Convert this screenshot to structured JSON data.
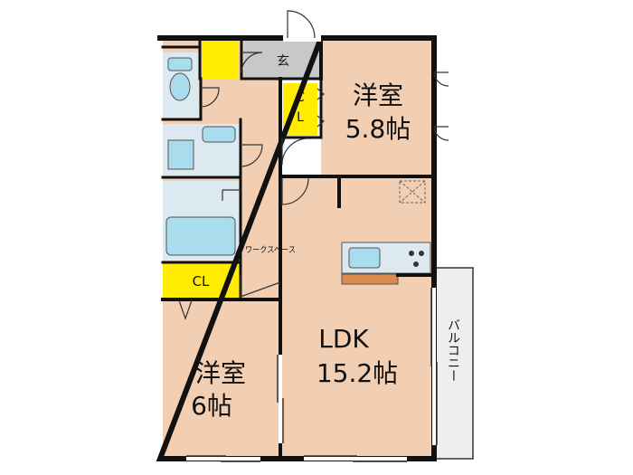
{
  "plan": {
    "entrance": "玄",
    "bedroom_top": {
      "name": "洋室",
      "size": "5.8帖"
    },
    "closet_top": {
      "line1": "C",
      "line2": "L"
    },
    "closet_left": "CL",
    "work_space": "ワークスペース",
    "ldk": {
      "name": "LDK",
      "size": "15.2帖"
    },
    "bedroom_bottom": {
      "name": "洋室",
      "size": "6帖"
    },
    "balcony": "バルコニー"
  },
  "colors": {
    "room_floor": "#f2cfb3",
    "wet_area": "#dce9f1",
    "fixture_blue": "#a9dcec",
    "closet": "#ffec00",
    "entrance_tile": "#c8c8c8",
    "balcony": "#eeeeee",
    "wall": "#111111",
    "counter": "#d88a4f"
  }
}
